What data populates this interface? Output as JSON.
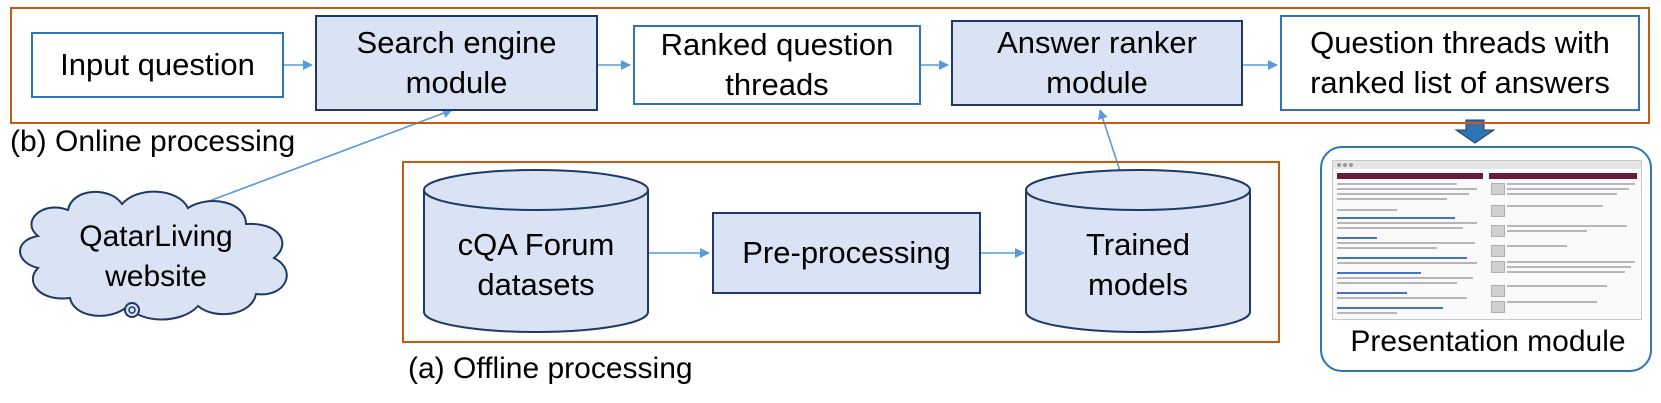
{
  "nodes": {
    "input_question": "Input question",
    "search_engine": "Search engine\nmodule",
    "ranked_threads": "Ranked question\nthreads",
    "answer_ranker": "Answer ranker\nmodule",
    "question_threads": "Question threads with\nranked list of answers",
    "cqa_datasets": "cQA Forum\ndatasets",
    "preprocessing": "Pre-processing",
    "trained_models": "Trained\nmodels",
    "qatarliving": "QatarLiving\nwebsite",
    "presentation": "Presentation module"
  },
  "labels": {
    "online": "(b) Online processing",
    "offline": "(a) Offline processing"
  },
  "colors": {
    "frame": "#c55a11",
    "box_fill_blue": "#dae3f3",
    "box_border_blue": "#2e75b6",
    "box_border_dark": "#1f3864",
    "arrow": "#5b9bd5"
  }
}
